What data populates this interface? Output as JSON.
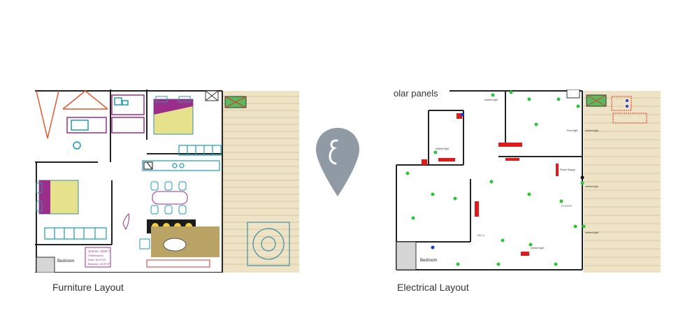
{
  "furniture": {
    "caption": "Furniture Layout",
    "bedroom_label": "Bedroom",
    "title_block": [
      "Unit No. 1540 ?",
      "3 Bedrooms",
      "Area: 84.67m²",
      "Balcony: 40.57m²"
    ]
  },
  "electrical": {
    "caption": "Electrical Layout",
    "solar_label": "olar panels",
    "bedroom_label": "Bedroom"
  },
  "marker": {
    "icon": "location-pin-icon",
    "color": "#8f9aa5"
  }
}
